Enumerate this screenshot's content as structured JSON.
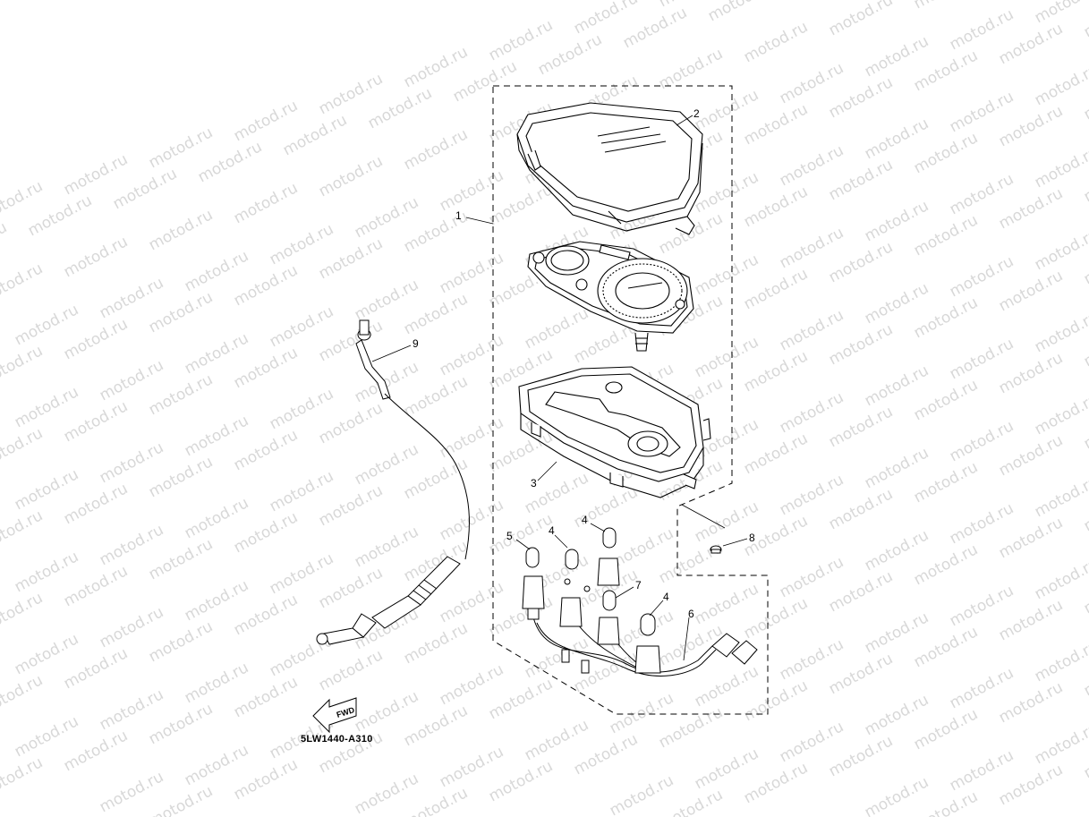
{
  "watermark": "motod.ru",
  "diagram_code": "5LW1440-A310",
  "fwd_label": "FWD",
  "callouts": [
    "1",
    "2",
    "3",
    "4",
    "4",
    "4",
    "5",
    "6",
    "7",
    "8",
    "9"
  ]
}
